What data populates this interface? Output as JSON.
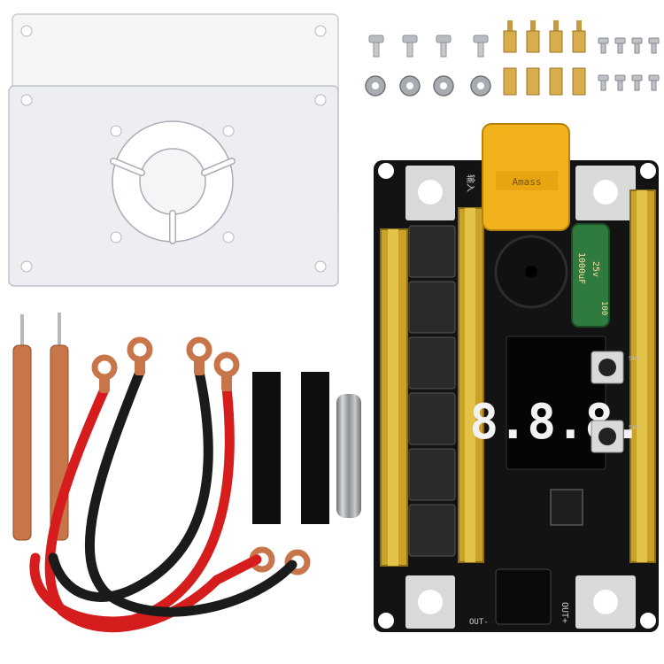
{
  "board": {
    "display_digits": "8.8.8.",
    "capacitor_label": "1000uF",
    "capacitor_voltage": "25v",
    "capacitor_value_short": "100",
    "connector_brand": "Amass",
    "side_label_in": "输入",
    "side_label_out": "OUT+",
    "bottom_label_out": "OUT-",
    "button_label_1": "SW1",
    "button_label_2": "SW2"
  },
  "colors": {
    "pcb": "#131313",
    "gold_bar": "#c9a227",
    "copper": "#c8754a",
    "red_cable": "#d61d1d",
    "black_cable": "#1b1b1b",
    "xt60": "#f2b21c",
    "capacitor": "#2f7a3f",
    "acrylic": "#eef0f2"
  }
}
